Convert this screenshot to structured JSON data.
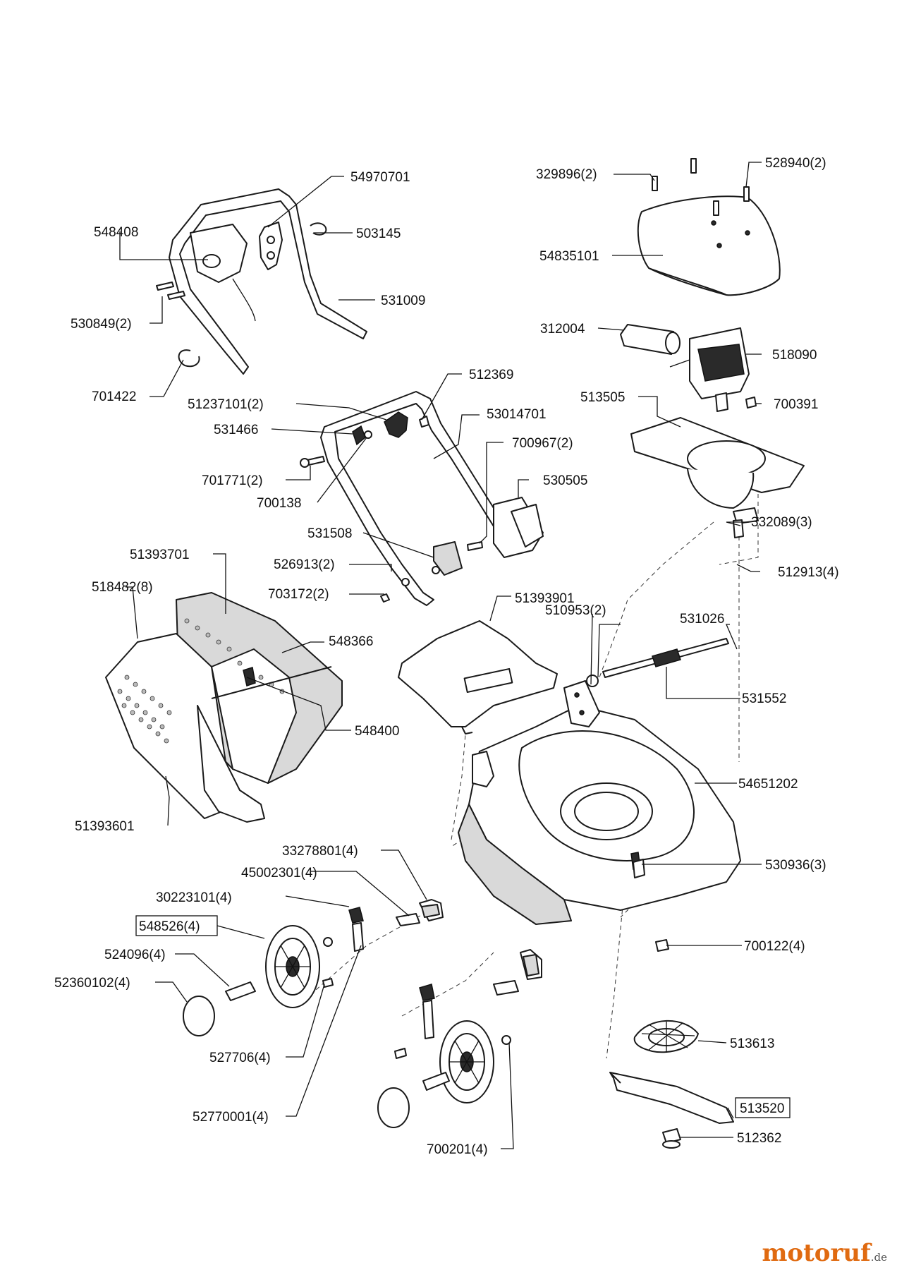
{
  "labels": {
    "p54970701": "54970701",
    "p548408": "548408",
    "p503145": "503145",
    "p531009": "531009",
    "p530849": "530849(2)",
    "p701422": "701422",
    "p329896": "329896(2)",
    "p528940": "528940(2)",
    "p54835101": "54835101",
    "p312004": "312004",
    "p518090": "518090",
    "p513505": "513505",
    "p700391": "700391",
    "p512369": "512369",
    "p51237101": "51237101(2)",
    "p53014701": "53014701",
    "p531466": "531466",
    "p700967": "700967(2)",
    "p701771": "701771(2)",
    "p530505": "530505",
    "p700138": "700138",
    "p332089": "332089(3)",
    "p531508": "531508",
    "p51393701": "51393701",
    "p526913": "526913(2)",
    "p512913": "512913(4)",
    "p518482": "518482(8)",
    "p703172": "703172(2)",
    "p51393901": "51393901",
    "p531026": "531026",
    "p548366": "548366",
    "p510953": "510953(2)",
    "p531552": "531552",
    "p548400": "548400",
    "p54651202": "54651202",
    "p51393601": "51393601",
    "p33278801": "33278801(4)",
    "p45002301": "45002301(4)",
    "p530936": "530936(3)",
    "p30223101": "30223101(4)",
    "p548526": "548526(4)",
    "p700122": "700122(4)",
    "p524096": "524096(4)",
    "p52360102": "52360102(4)",
    "p513613": "513613",
    "p527706": "527706(4)",
    "p513520": "513520",
    "p512362": "512362",
    "p52770001": "52770001(4)",
    "p700201": "700201(4)"
  },
  "brand": {
    "name": "motoruf",
    "tld": ".de"
  }
}
